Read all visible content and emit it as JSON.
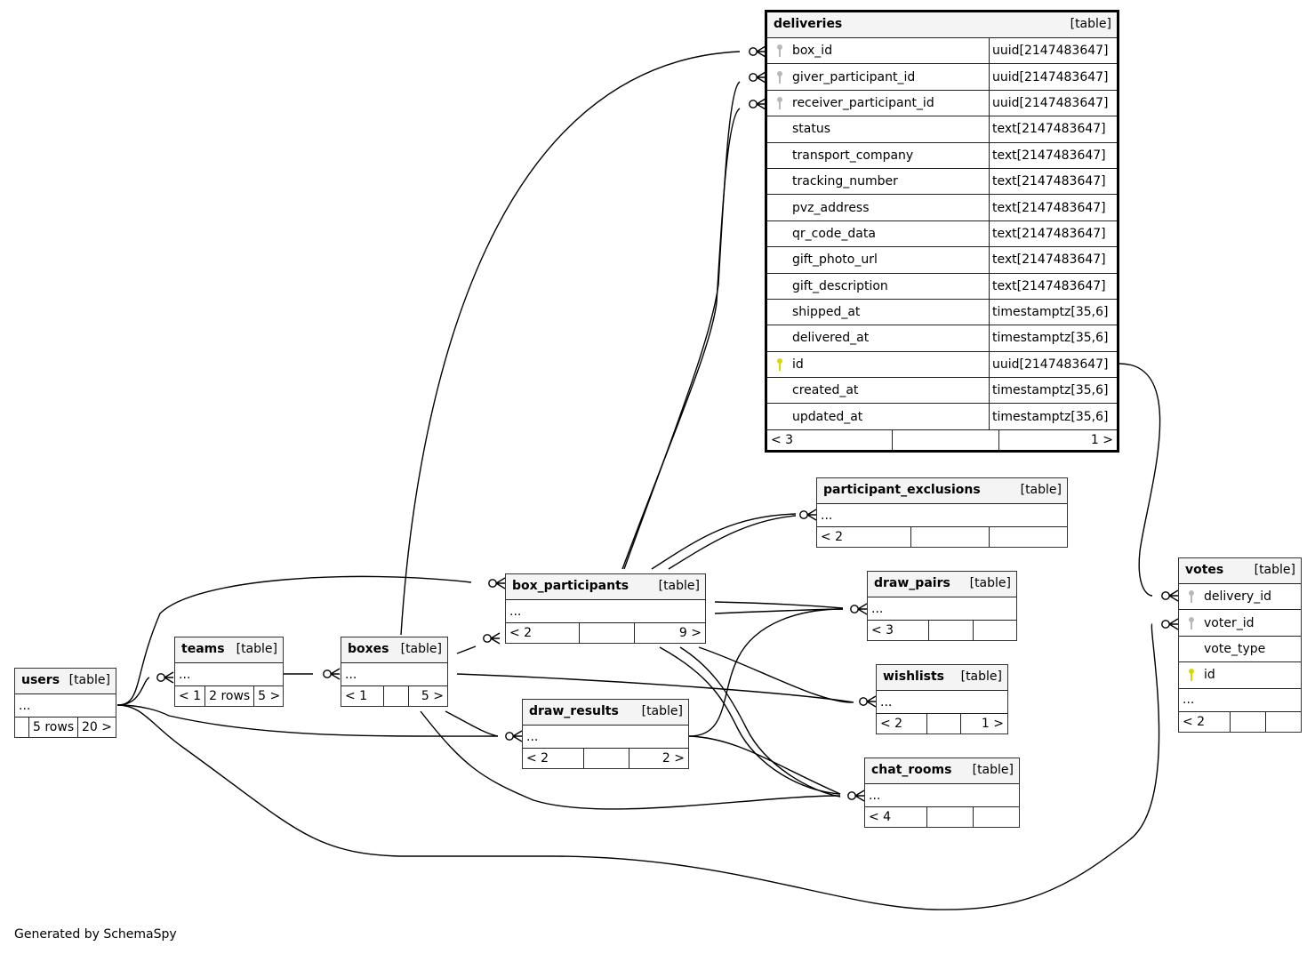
{
  "diagram": {
    "footer": "Generated by SchemaSpy",
    "tables": {
      "deliveries": {
        "name": "deliveries",
        "kind": "[table]",
        "columns": [
          {
            "name": "box_id",
            "type": "uuid[2147483647]",
            "key": "foreign"
          },
          {
            "name": "giver_participant_id",
            "type": "uuid[2147483647]",
            "key": "foreign"
          },
          {
            "name": "receiver_participant_id",
            "type": "uuid[2147483647]",
            "key": "foreign"
          },
          {
            "name": "status",
            "type": "text[2147483647]",
            "key": "none"
          },
          {
            "name": "transport_company",
            "type": "text[2147483647]",
            "key": "none"
          },
          {
            "name": "tracking_number",
            "type": "text[2147483647]",
            "key": "none"
          },
          {
            "name": "pvz_address",
            "type": "text[2147483647]",
            "key": "none"
          },
          {
            "name": "qr_code_data",
            "type": "text[2147483647]",
            "key": "none"
          },
          {
            "name": "gift_photo_url",
            "type": "text[2147483647]",
            "key": "none"
          },
          {
            "name": "gift_description",
            "type": "text[2147483647]",
            "key": "none"
          },
          {
            "name": "shipped_at",
            "type": "timestamptz[35,6]",
            "key": "none"
          },
          {
            "name": "delivered_at",
            "type": "timestamptz[35,6]",
            "key": "none"
          },
          {
            "name": "id",
            "type": "uuid[2147483647]",
            "key": "primary"
          },
          {
            "name": "created_at",
            "type": "timestamptz[35,6]",
            "key": "none"
          },
          {
            "name": "updated_at",
            "type": "timestamptz[35,6]",
            "key": "none"
          }
        ],
        "footer": [
          "< 3",
          "",
          "1 >"
        ]
      },
      "participant_exclusions": {
        "name": "participant_exclusions",
        "kind": "[table]",
        "ellipsis": "...",
        "footer": [
          "< 2",
          "",
          ""
        ]
      },
      "box_participants": {
        "name": "box_participants",
        "kind": "[table]",
        "ellipsis": "...",
        "footer": [
          "< 2",
          "",
          "9 >"
        ]
      },
      "draw_pairs": {
        "name": "draw_pairs",
        "kind": "[table]",
        "ellipsis": "...",
        "footer": [
          "< 3",
          "",
          ""
        ]
      },
      "users": {
        "name": "users",
        "kind": "[table]",
        "ellipsis": "...",
        "footer": [
          "",
          "5 rows",
          "20 >"
        ]
      },
      "teams": {
        "name": "teams",
        "kind": "[table]",
        "ellipsis": "...",
        "footer": [
          "< 1",
          "2 rows",
          "5 >"
        ]
      },
      "boxes": {
        "name": "boxes",
        "kind": "[table]",
        "ellipsis": "...",
        "footer": [
          "< 1",
          "",
          "5 >"
        ]
      },
      "wishlists": {
        "name": "wishlists",
        "kind": "[table]",
        "ellipsis": "...",
        "footer": [
          "< 2",
          "",
          "1 >"
        ]
      },
      "draw_results": {
        "name": "draw_results",
        "kind": "[table]",
        "ellipsis": "...",
        "footer": [
          "< 2",
          "",
          "2 >"
        ]
      },
      "chat_rooms": {
        "name": "chat_rooms",
        "kind": "[table]",
        "ellipsis": "...",
        "footer": [
          "< 4",
          "",
          ""
        ]
      },
      "votes": {
        "name": "votes",
        "kind": "[table]",
        "columns": [
          {
            "name": "delivery_id",
            "key": "foreign"
          },
          {
            "name": "voter_id",
            "key": "foreign"
          },
          {
            "name": "vote_type",
            "key": "none"
          },
          {
            "name": "id",
            "key": "primary"
          }
        ],
        "ellipsis": "...",
        "footer": [
          "< 2",
          "",
          ""
        ]
      }
    },
    "relationships": [
      {
        "from": "boxes",
        "to": "deliveries.box_id"
      },
      {
        "from": "box_participants",
        "to": "deliveries.giver_participant_id"
      },
      {
        "from": "box_participants",
        "to": "deliveries.receiver_participant_id"
      },
      {
        "from": "deliveries.id",
        "to": "votes.delivery_id"
      },
      {
        "from": "users",
        "to": "votes.voter_id"
      },
      {
        "from": "users",
        "to": "teams"
      },
      {
        "from": "users",
        "to": "box_participants"
      },
      {
        "from": "users",
        "to": "draw_results"
      },
      {
        "from": "teams",
        "to": "boxes"
      },
      {
        "from": "boxes",
        "to": "box_participants"
      },
      {
        "from": "boxes",
        "to": "draw_results"
      },
      {
        "from": "boxes",
        "to": "wishlists"
      },
      {
        "from": "boxes",
        "to": "chat_rooms"
      },
      {
        "from": "box_participants",
        "to": "participant_exclusions"
      },
      {
        "from": "box_participants",
        "to": "participant_exclusions"
      },
      {
        "from": "box_participants",
        "to": "draw_pairs"
      },
      {
        "from": "box_participants",
        "to": "draw_pairs"
      },
      {
        "from": "box_participants",
        "to": "wishlists"
      },
      {
        "from": "box_participants",
        "to": "chat_rooms"
      },
      {
        "from": "box_participants",
        "to": "chat_rooms"
      },
      {
        "from": "draw_results",
        "to": "draw_pairs"
      },
      {
        "from": "draw_results",
        "to": "chat_rooms"
      }
    ]
  }
}
